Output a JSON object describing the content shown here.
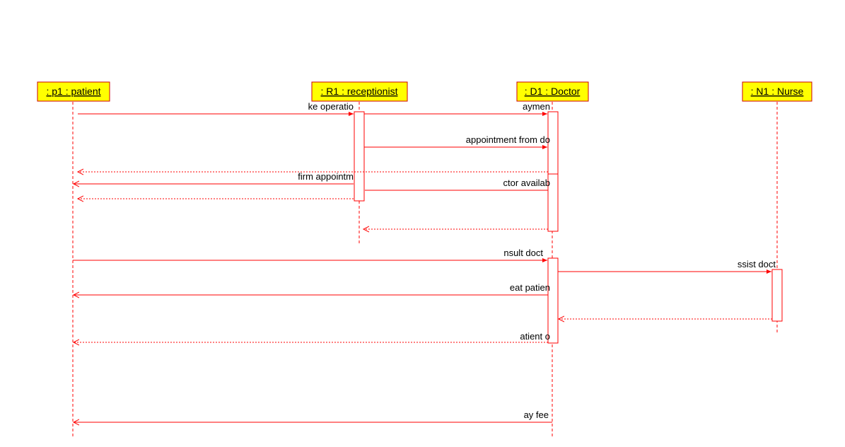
{
  "colors": {
    "line": "#ff0000",
    "header_fill": "#ffff00",
    "header_border": "#cc0000",
    "text": "#000000"
  },
  "lifelines": [
    {
      "id": "p1",
      "label": ": p1 : patient"
    },
    {
      "id": "r1",
      "label": ": R1 : receptionist"
    },
    {
      "id": "d1",
      "label": ": D1 : Doctor"
    },
    {
      "id": "n1",
      "label": ": N1 : Nurse"
    }
  ],
  "messages": [
    {
      "id": "m1",
      "label": "ke operatio",
      "from": "p1",
      "to": "r1",
      "kind": "sync"
    },
    {
      "id": "m2",
      "label": "aymen",
      "from": "r1",
      "to": "d1",
      "kind": "sync"
    },
    {
      "id": "m3",
      "label": "appointment from do",
      "from": "r1",
      "to": "d1",
      "kind": "sync"
    },
    {
      "id": "m4",
      "label": "",
      "from": "d1",
      "to": "p1",
      "kind": "return"
    },
    {
      "id": "m5",
      "label": "firm appointm",
      "from": "r1",
      "to": "p1",
      "kind": "sync"
    },
    {
      "id": "m6",
      "label": "ctor availab",
      "from": "d1",
      "to": "r1",
      "kind": "sync"
    },
    {
      "id": "m7",
      "label": "",
      "from": "r1",
      "to": "p1",
      "kind": "return"
    },
    {
      "id": "m8",
      "label": "",
      "from": "d1",
      "to": "r1",
      "kind": "return"
    },
    {
      "id": "m9",
      "label": "nsult doct",
      "from": "p1",
      "to": "d1",
      "kind": "sync"
    },
    {
      "id": "m10",
      "label": "ssist doct",
      "from": "d1",
      "to": "n1",
      "kind": "sync"
    },
    {
      "id": "m11",
      "label": "eat patien",
      "from": "d1",
      "to": "p1",
      "kind": "sync"
    },
    {
      "id": "m12",
      "label": "",
      "from": "n1",
      "to": "d1",
      "kind": "return"
    },
    {
      "id": "m13",
      "label": "atient o",
      "from": "d1",
      "to": "p1",
      "kind": "return"
    },
    {
      "id": "m14",
      "label": "ay fee",
      "from": "d1",
      "to": "p1",
      "kind": "sync"
    }
  ]
}
